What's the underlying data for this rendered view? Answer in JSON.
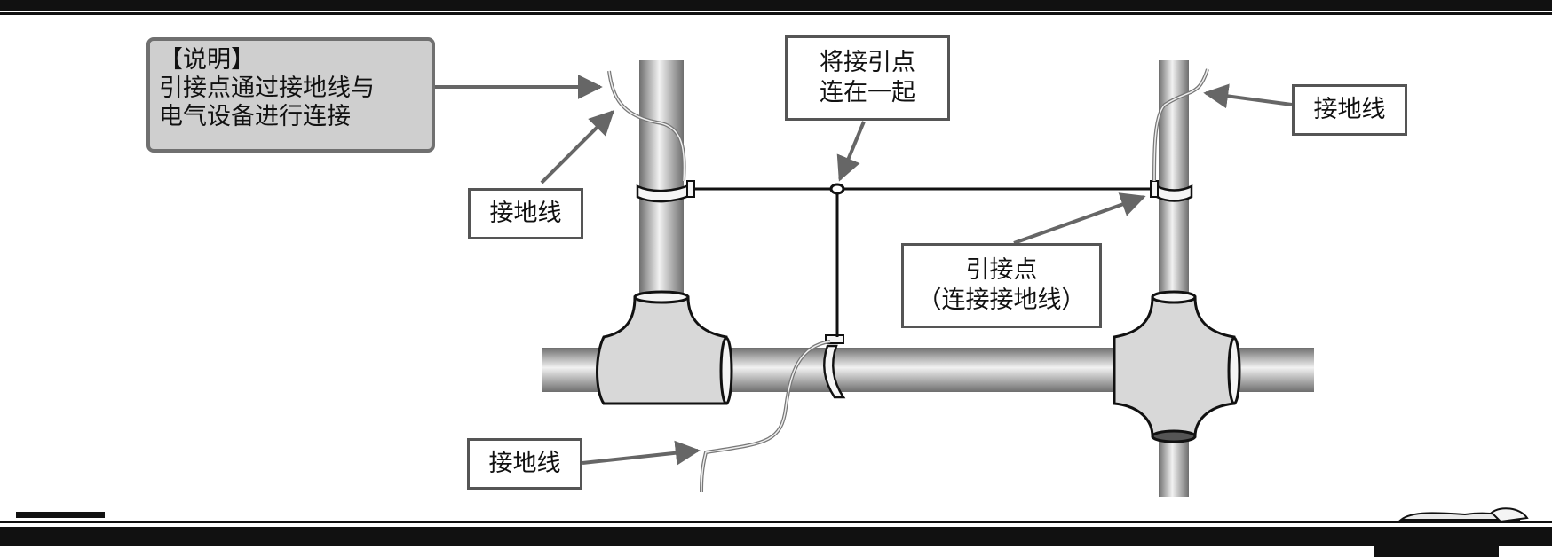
{
  "note": {
    "title": "【说明】",
    "line1": "引接点通过接地线与",
    "line2": "电气设备进行连接"
  },
  "labels": {
    "ground_wire_top_left": "接地线",
    "ground_wire_bottom": "接地线",
    "ground_wire_right": "接地线",
    "connect_points_line1": "将接引点",
    "connect_points_line2": "连在一起",
    "lead_point_line1": "引接点",
    "lead_point_line2": "（连接接地线）"
  },
  "colors": {
    "pipe_dark": "#777777",
    "pipe_light": "#ededed",
    "fitting": "#d8d8d8",
    "arrow": "#666666",
    "wire": "#111111"
  }
}
